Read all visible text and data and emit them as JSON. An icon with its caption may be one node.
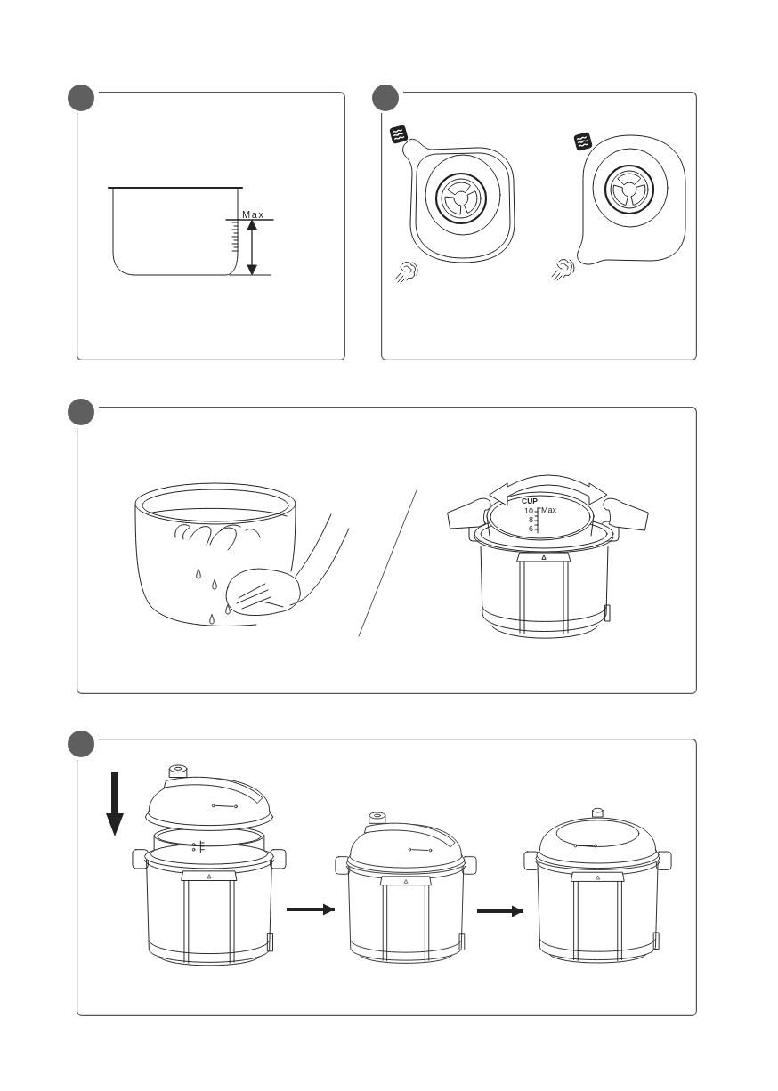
{
  "diagram": {
    "nodes": [
      {
        "text": [],
        "shape": "box"
      },
      {
        "text": [],
        "shape": "box"
      },
      {
        "text": [],
        "shape": "box"
      },
      {
        "text": [],
        "shape": "box"
      },
      {
        "text": [],
        "shape": "picture",
        "in": 3
      },
      {
        "text": [],
        "shape": "picture",
        "in": 3
      },
      {
        "text": [],
        "shape": "picture",
        "in": 3
      }
    ],
    "edges": [
      {
        "from": 4,
        "to": 5,
        "arrow": "to"
      },
      {
        "from": 5,
        "to": 6,
        "arrow": "to"
      }
    ],
    "labels": [
      "Max",
      "CUP",
      "10",
      "Max",
      "8",
      "6"
    ]
  }
}
